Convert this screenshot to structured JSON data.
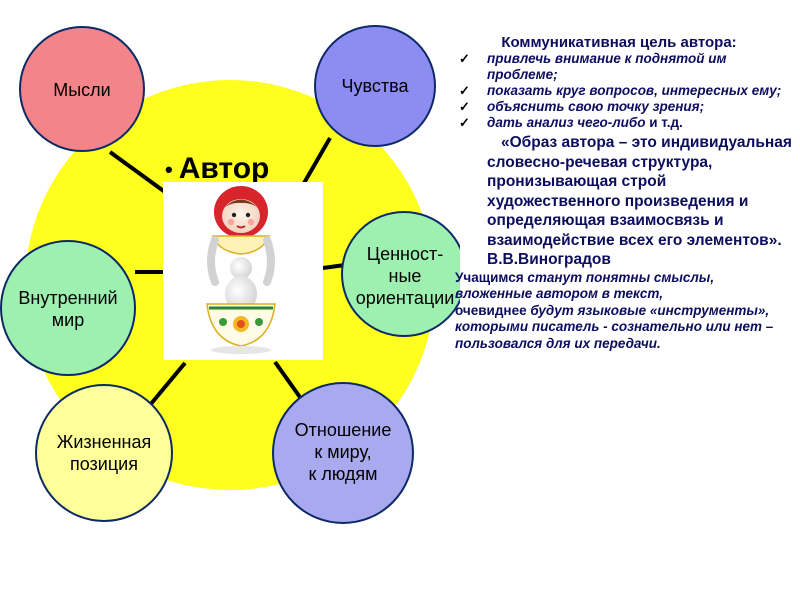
{
  "diagram": {
    "center_title": "Автор",
    "nodes": [
      {
        "id": "thoughts",
        "label": "Мысли"
      },
      {
        "id": "feelings",
        "label": "Чувства"
      },
      {
        "id": "values",
        "label": "Ценност-\nные\nориентации"
      },
      {
        "id": "inner-world",
        "label": "Внутренний\nмир"
      },
      {
        "id": "life-position",
        "label": "Жизненная\nпозиция"
      },
      {
        "id": "attitude",
        "label": "Отношение\nк миру,\nк людям"
      }
    ],
    "colors": {
      "sun": "#ffff1f",
      "thoughts": "#f2848a",
      "feelings": "#8c8cf2",
      "values": "#9ef0b0",
      "inner_world": "#9ef0b0",
      "life_position": "#ffff99",
      "attitude": "#a9a9f0",
      "text_right": "#0d0d5e"
    },
    "picture": {
      "icon": "matryoshka-figure-icon"
    }
  },
  "goal": {
    "title": "Коммуникативная цель автора:",
    "items": [
      {
        "pre": "привлечь внимание к поднятой им проблеме;",
        "post": ""
      },
      {
        "pre": "показать круг вопросов, интересных ему;",
        "post": ""
      },
      {
        "pre": "объяснить свою точку зрения;",
        "post": ""
      },
      {
        "pre": "дать анализ чего-либо",
        "post": " и т.д."
      }
    ]
  },
  "quote": {
    "text": "«Образ автора – это индивидуальная словесно-речевая структура, пронизывающая строй художественного произведения и определяющая взаимосвязь и взаимодействие всех его элементов». В.В.Виноградов"
  },
  "paragraphs": {
    "p1_lead": "Учащимся",
    "p1_rest": " станут понятны смыслы, вложенные автором в текст,",
    "p2_lead": "очевиднее",
    "p2_rest": "  будут языковые «инструменты», которыми писатель - сознательно или нет – пользовался для их передачи."
  }
}
